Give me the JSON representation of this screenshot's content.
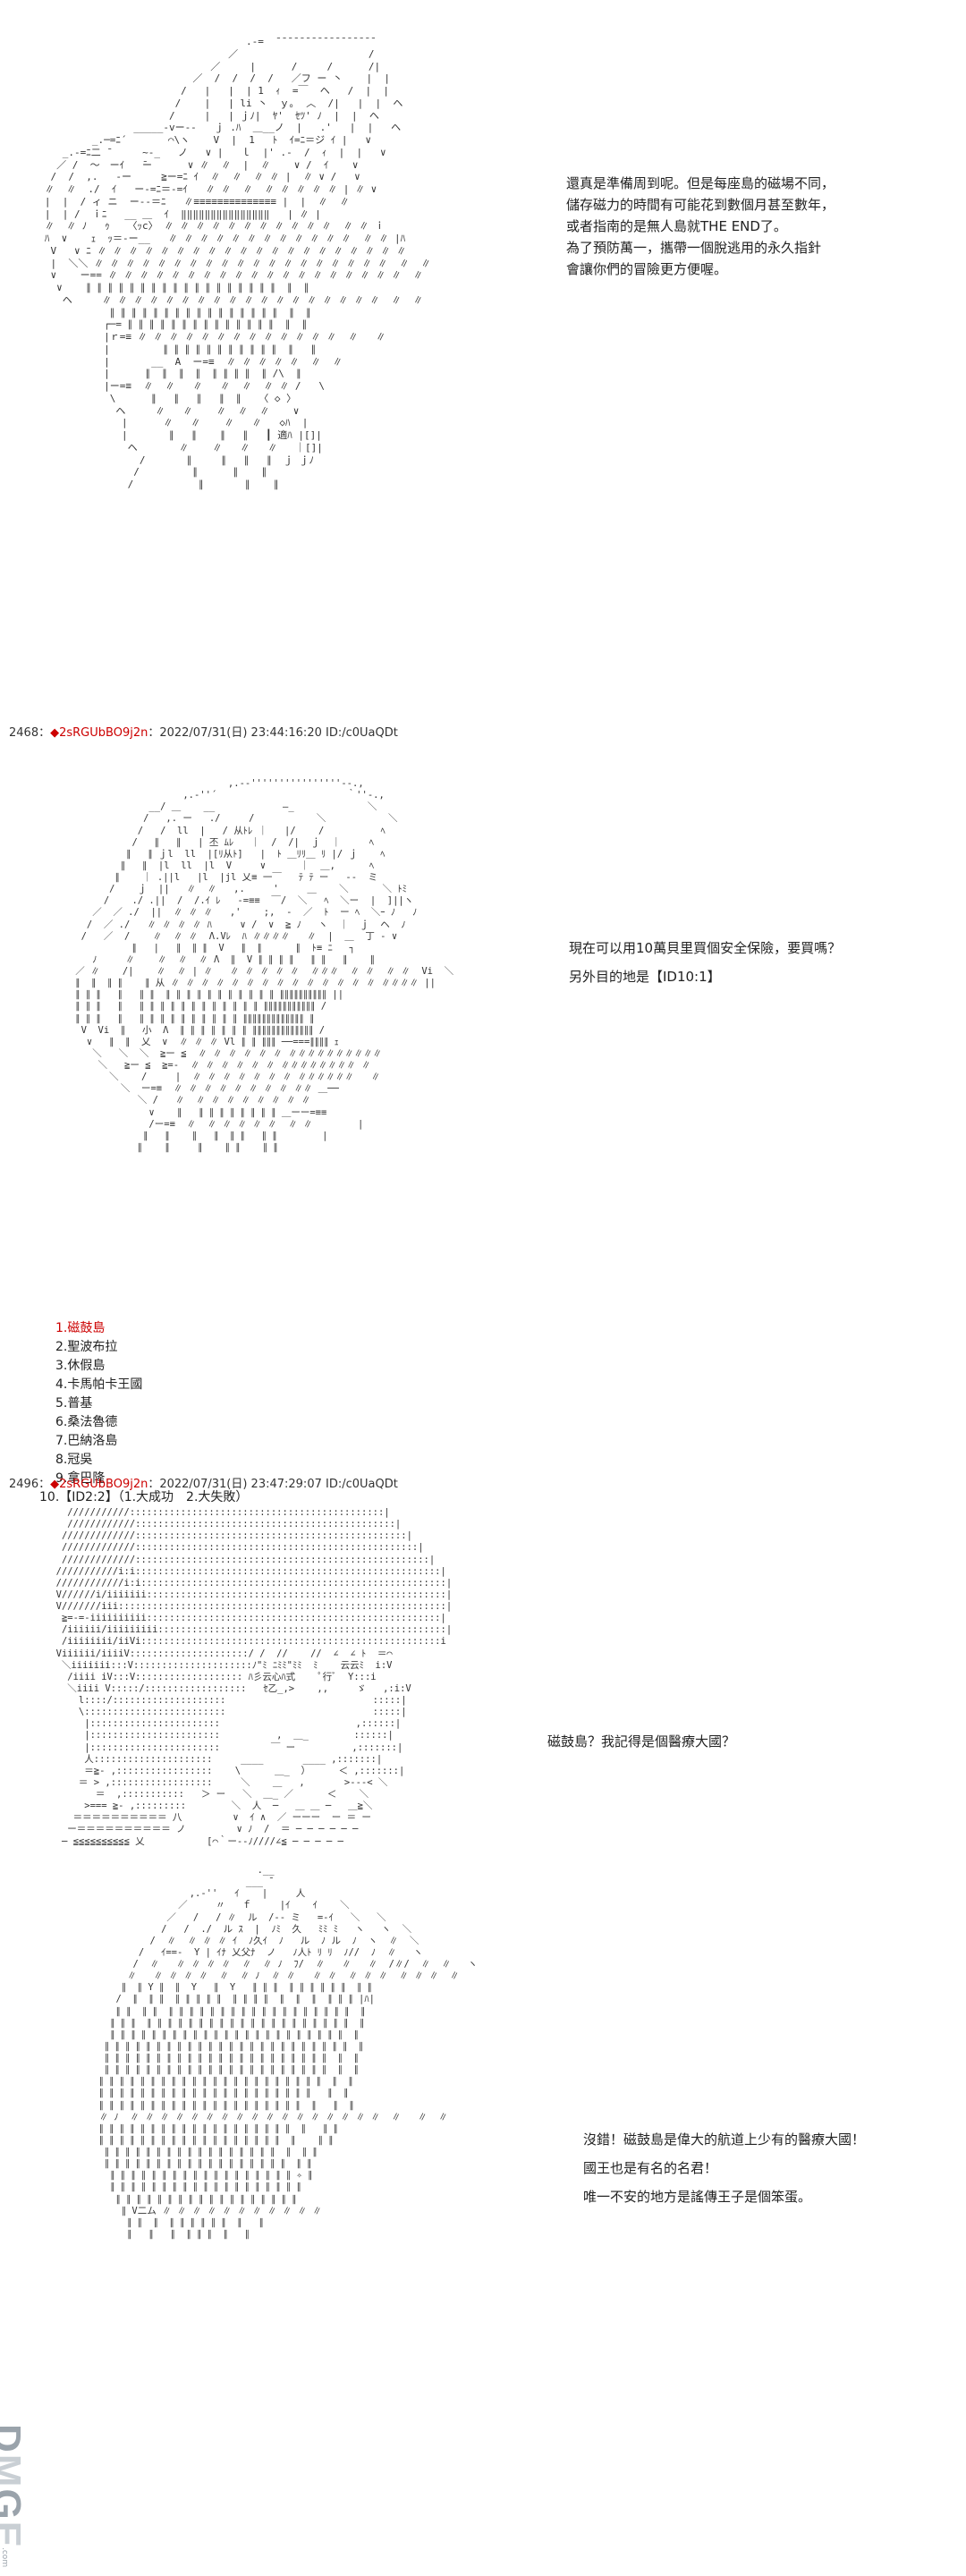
{
  "panels": [
    {
      "lines": [
        "還真是準備周到呢。但是每座島的磁場不同，",
        "儲存磁力的時間有可能花到數個月甚至數年，",
        "或者指南的是無人島就THE END了。",
        "為了預防萬一，攜帶一個脫逃用的永久指針",
        "會讓你們的冒險更方便喔。"
      ]
    },
    {
      "post": {
        "number": "2468",
        "separator": "：",
        "trip": "◆2sRGUbBO9j2n",
        "datetime": "：2022/07/31(日) 23:44:16:20",
        "id": "ID:/c0UaQDt"
      },
      "lines": [
        "現在可以用10萬貝里買個安全保險，要買嗎？",
        "另外目的地是【ID10:1】"
      ],
      "destinations": [
        "1.磁鼓島",
        "2.聖波布拉",
        "3.休假島",
        "4.卡馬帕卡王國",
        "5.普基",
        "6.桑法魯德",
        "7.巴納洛島",
        "8.冠吳",
        "9.拿巴隆",
        "10.【ID2:2】（1.大成功　2.大失敗）"
      ]
    },
    {
      "post": {
        "number": "2496",
        "separator": "：",
        "trip": "◆2sRGUbBO9j2n",
        "datetime": "：2022/07/31(日) 23:47:29:07",
        "id": "ID:/c0UaQDt"
      },
      "lines": [
        "磁鼓島？我記得是個醫療大國？"
      ]
    },
    {
      "lines": [
        "沒錯！磁鼓島是偉大的航道上少有的醫療大國！",
        "國王也是有名的名君！",
        "唯一不安的地方是謠傳王子是個笨蛋。"
      ]
    }
  ],
  "watermark": {
    "text_a": "D",
    "text_b": "M",
    "text_c": "G",
    "text_d": "E",
    "sub": ".com"
  }
}
